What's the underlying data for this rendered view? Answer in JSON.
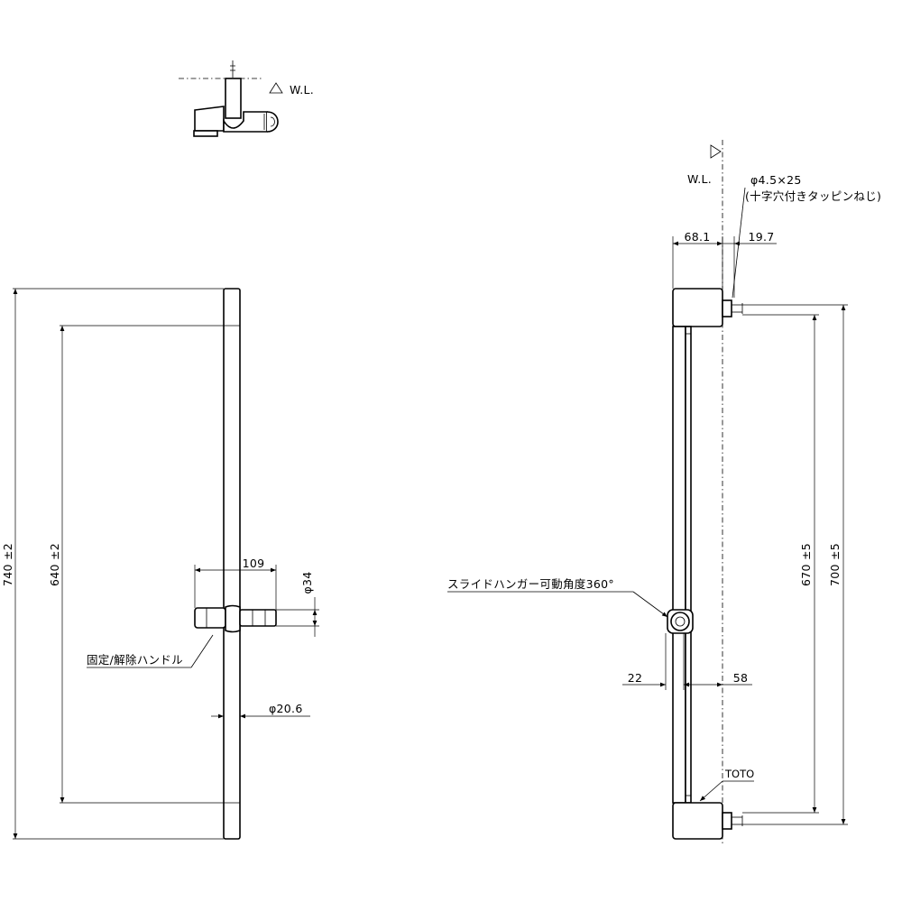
{
  "top_view": {
    "water_level_label": "W.L."
  },
  "front_view": {
    "total_length": "740 ±2",
    "bar_length": "640 ±2",
    "hanger_width": "109",
    "hanger_diameter": "φ34",
    "pipe_diameter": "φ20.6",
    "handle_label": "固定/解除ハンドル"
  },
  "side_view": {
    "water_level_label": "W.L.",
    "screw_spec": "φ4.5×25",
    "screw_type": "(十字穴付きタッピンねじ)",
    "dim_offset": "68.1",
    "dim_depth": "19.7",
    "hanger_rotation": "スライドハンガー可動角度360°",
    "dim_front": "22",
    "dim_back": "58",
    "pitch_inner": "670 ±5",
    "pitch_outer": "700 ±5",
    "brand": "TOTO"
  }
}
